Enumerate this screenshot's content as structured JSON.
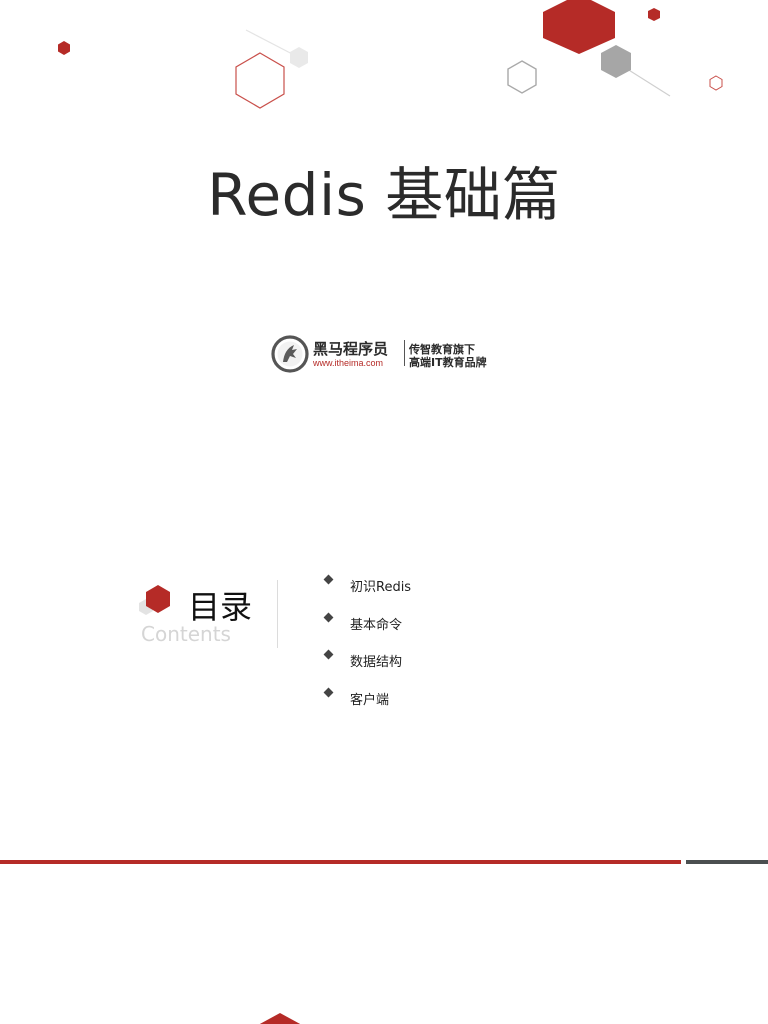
{
  "title": "Redis 基础篇",
  "logo": {
    "name_cn": "黑马程序员",
    "url": "www.itheima.com",
    "tagline_1": "传智教育旗下",
    "tagline_2": "高端IT教育品牌"
  },
  "contents": {
    "heading": "目录",
    "subheading": "Contents",
    "items": [
      {
        "label": "初识Redis"
      },
      {
        "label": "基本命令"
      },
      {
        "label": "数据结构"
      },
      {
        "label": "客户端"
      }
    ]
  },
  "colors": {
    "accent": "#b52b27",
    "dark_gray": "#4b4f50",
    "light_gray": "#a6a6a6"
  }
}
